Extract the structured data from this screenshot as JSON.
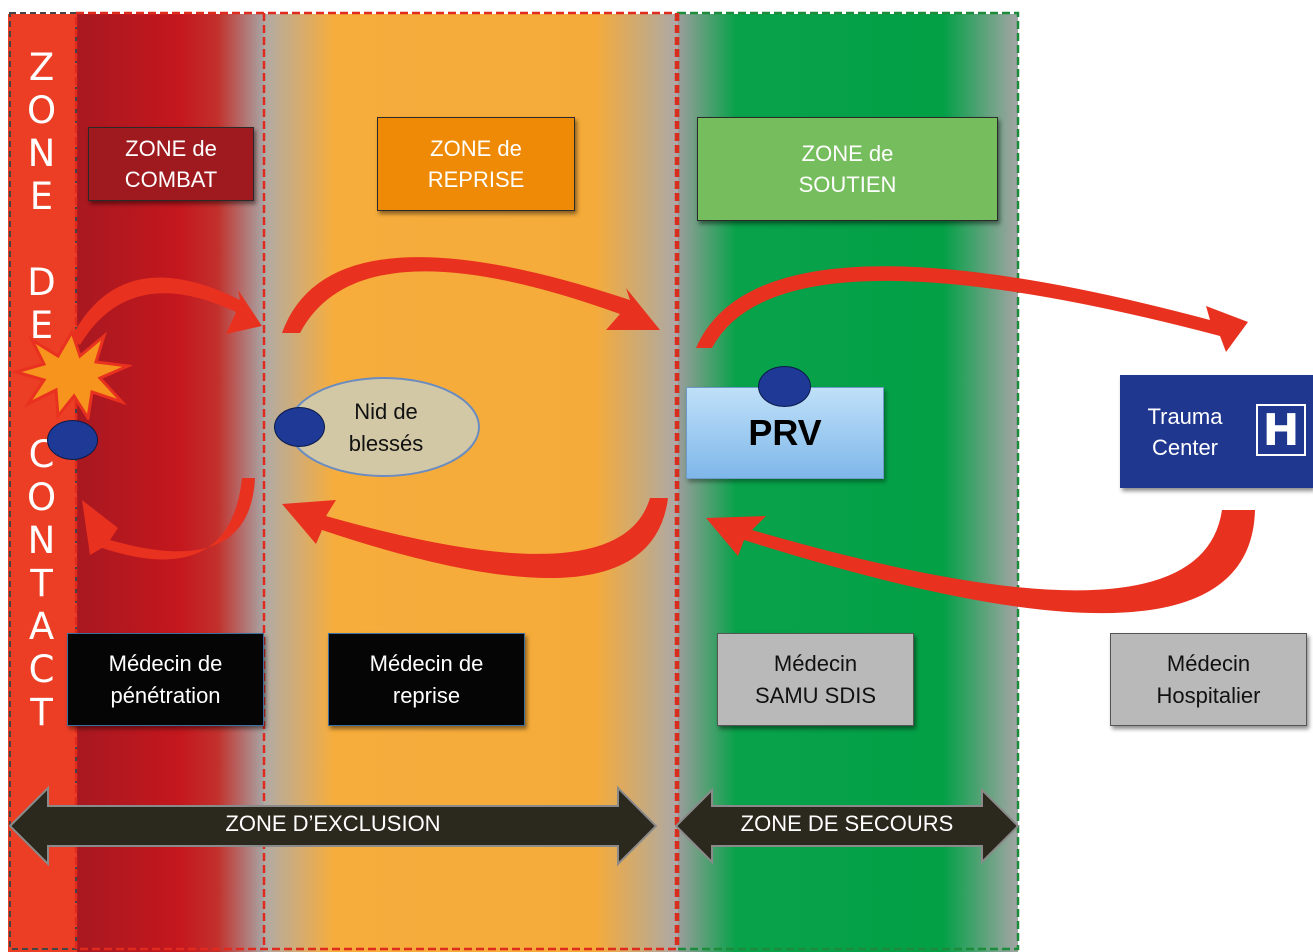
{
  "contact_zone": {
    "text": "Z\nO\nN\nE\n\nD\nE\n\n\nC\nO\nN\nT\nA\nC\nT"
  },
  "zones": {
    "combat": {
      "label": "ZONE de\nCOMBAT",
      "color": "#9e1a1f"
    },
    "reprise": {
      "label": "ZONE de\nREPRISE",
      "color": "#ee8a05"
    },
    "soutien": {
      "label": "ZONE de\nSOUTIEN",
      "color": "#75bd5d"
    }
  },
  "nest": {
    "label": "Nid de\nblessés"
  },
  "prv": {
    "label": "PRV"
  },
  "trauma_center": {
    "label": "Trauma\nCenter",
    "logo": "H"
  },
  "doctors": {
    "penetration": "Médecin de\npénétration",
    "reprise": "Médecin de\nreprise",
    "samu": "Médecin\nSAMU SDIS",
    "hospital": "Médecin\nHospitalier"
  },
  "bottom_arrows": {
    "exclusion": "ZONE D’EXCLUSION",
    "secours": "ZONE DE SECOURS"
  },
  "icons": {
    "explosion": "explosion-icon",
    "casualty": "casualty-dot-icon",
    "hospital": "hospital-h-icon"
  }
}
